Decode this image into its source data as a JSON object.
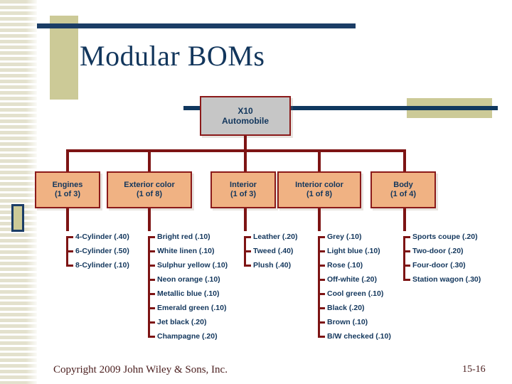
{
  "slide": {
    "title": "Modular BOMs",
    "footer": "Copyright 2009 John Wiley & Sons, Inc.",
    "page_number": "15-16",
    "colors": {
      "title_navy": "#12365c",
      "bar_navy": "#1b3d66",
      "khaki": "#ccca97",
      "node_border_red": "#8b1a1a",
      "connector_red": "#7d1414",
      "root_fill": "#c6c6c6",
      "level2_fill": "#f0b283",
      "footer_text": "#4a1d1d"
    }
  },
  "tree": {
    "root": {
      "line1": "X10",
      "line2": "Automobile"
    },
    "branches": [
      {
        "title": "Engines",
        "count": "(1 of 3)",
        "options": [
          "4-Cylinder (.40)",
          "6-Cylinder (.50)",
          "8-Cylinder (.10)"
        ]
      },
      {
        "title": "Exterior color",
        "count": "(1 of 8)",
        "options": [
          "Bright red (.10)",
          "White linen (.10)",
          "Sulphur yellow (.10)",
          "Neon orange (.10)",
          "Metallic blue (.10)",
          "Emerald green (.10)",
          "Jet black (.20)",
          "Champagne (.20)"
        ]
      },
      {
        "title": "Interior",
        "count": "(1 of 3)",
        "options": [
          "Leather (.20)",
          "Tweed (.40)",
          "Plush (.40)"
        ]
      },
      {
        "title": "Interior color",
        "count": "(1 of 8)",
        "options": [
          "Grey (.10)",
          "Light blue (.10)",
          "Rose (.10)",
          "Off-white (.20)",
          "Cool green (.10)",
          "Black (.20)",
          "Brown (.10)",
          "B/W checked (.10)"
        ]
      },
      {
        "title": "Body",
        "count": "(1 of 4)",
        "options": [
          "Sports coupe (.20)",
          "Two-door (.20)",
          "Four-door (.30)",
          "Station wagon (.30)"
        ]
      }
    ]
  }
}
